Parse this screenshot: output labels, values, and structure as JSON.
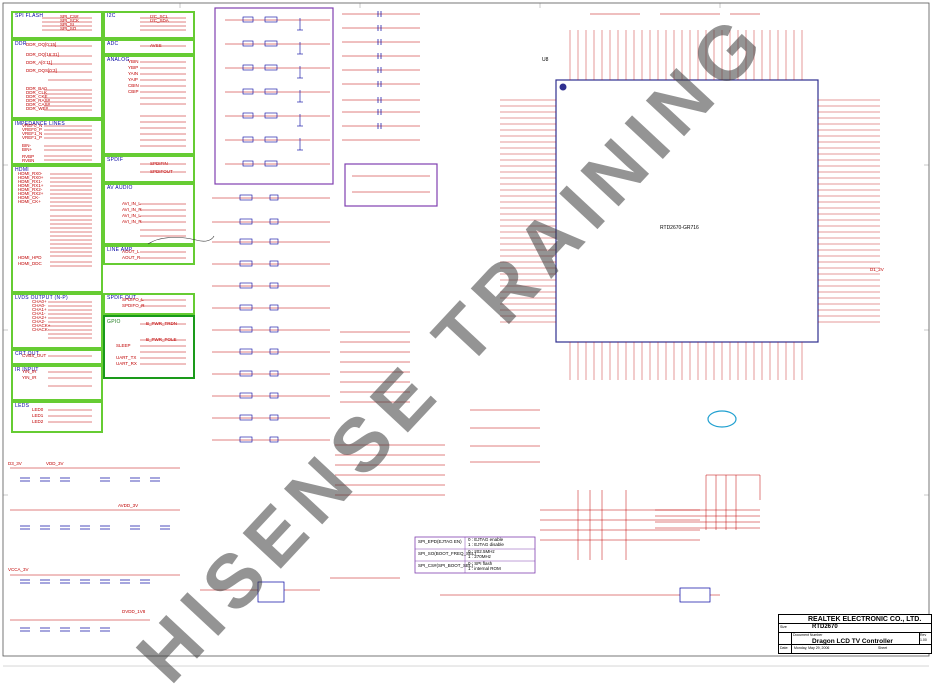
{
  "watermark": "HISENSE TRAINING",
  "title_block": {
    "company": "REALTEK ELECTRONIC CO., LTD.",
    "title": "RTD2670",
    "subtitle": "Dragon LCD TV Controller",
    "size_label": "Size",
    "doc_label": "Document Number",
    "rev_label": "Rev",
    "rev": "1.00",
    "date_label": "Date:",
    "date": "Monday, May 29, 2006",
    "sheet_label": "Sheet"
  },
  "ic": {
    "ref": "U8",
    "part": "RTD2670-GR716"
  },
  "left_groups": [
    {
      "label": "SPI FLASH",
      "nets": [
        "SPI_CS#",
        "SPI_SCK",
        "SPI_SI",
        "SPI_SO"
      ]
    },
    {
      "label": "I2C",
      "nets": [
        "I2C_SCL",
        "I2C_SDA",
        "I2C_SDA"
      ]
    },
    {
      "label": "DDR",
      "nets": [
        "DDR_DQ[0:15]",
        "DDR_DQ[16:31]",
        "DDR_A[0:11]",
        "DDR_DQS[0:3]",
        "DDR_BA0",
        "DDR_CLK",
        "DDR_CKE",
        "DDR_RAS#",
        "DDR_CAS#",
        "DDR_WE#"
      ]
    },
    {
      "label": "IMPEDANCE LINES",
      "nets": [
        "VREF0_N",
        "VREF0_P",
        "VREF1_N",
        "VREF1_P",
        "BIN-",
        "BIN+",
        "RVBP",
        "RVBN"
      ]
    },
    {
      "label": "HDMI",
      "nets": [
        "HDMI_RX0-",
        "HDMI_RX0+",
        "HDMI_RX1-",
        "HDMI_RX1+",
        "HDMI_RX2-",
        "HDMI_RX2+",
        "HDMI_CK-",
        "HDMI_CK+",
        "HDMI_HPD",
        "HDMI_DDC"
      ]
    },
    {
      "label": "LVDS OUTPUT (N-P)",
      "nets": [
        "CHA0+",
        "CHA0-",
        "CHA1+",
        "CHA1-",
        "CHA2+",
        "CHA2-",
        "CHACK+",
        "CHACK-"
      ]
    },
    {
      "label": "CRT OUT",
      "nets": [
        "CVBS_OUT"
      ]
    },
    {
      "label": "IR INPUT",
      "nets": [
        "YIN_IR",
        "YIN_IR"
      ]
    },
    {
      "label": "LEDS",
      "nets": [
        "LED0",
        "LED1",
        "LED2"
      ]
    }
  ],
  "mid_groups": [
    {
      "label": "ADC",
      "nets": [
        "AVSS"
      ]
    },
    {
      "label": "ANALOG",
      "nets": [
        "YBIN",
        "YBIP",
        "YAIN",
        "YAIP",
        "CBIN",
        "CBIP"
      ]
    },
    {
      "label": "SPDIF",
      "nets": [
        "SPDIFIN",
        "SPDIFOUT"
      ]
    },
    {
      "label": "AV AUDIO",
      "nets": [
        "AVI_IN_L",
        "AVI_IN_R",
        "AVI_IN_L",
        "AVI_IN_R"
      ]
    },
    {
      "label": "LINE AMP",
      "nets": [
        "AOUT_L",
        "AOUT_R"
      ]
    },
    {
      "label": "SPDIF OUT",
      "nets": [
        "SPDIFO_L",
        "SPDIFO_R"
      ]
    },
    {
      "label": "GPIO",
      "nets": [
        "B_PWR_TRDN",
        "B_PWR_POLE",
        "SLEEP",
        "UART_TX",
        "UART_RX"
      ]
    }
  ],
  "power_nets": [
    "D3_3V",
    "VDD_3V",
    "AVDD_3V",
    "VCCA_3V",
    "DVDD_1V8",
    "D1_2V"
  ],
  "option_table": [
    "SPI_EPD(EJTAG EN)",
    "0 : EJTAG enable",
    "1 : EJTAG disable",
    "SPI_SO(BOOT_FREQ_SEL)",
    "0 : 202.5MHz",
    "1 : 270MHz",
    "SPI_CS#(SPI_BOOT_SEL)",
    "0 : SPI flash",
    "1 : internal ROM"
  ],
  "colors": {
    "wire": "#c00000",
    "component": "#0000a0",
    "green_box": "#66cc33",
    "purple_box": "#8040b0",
    "chip_outline": "#303090",
    "highlight": "#20a0d0",
    "watermark": "#3c3c3c"
  }
}
